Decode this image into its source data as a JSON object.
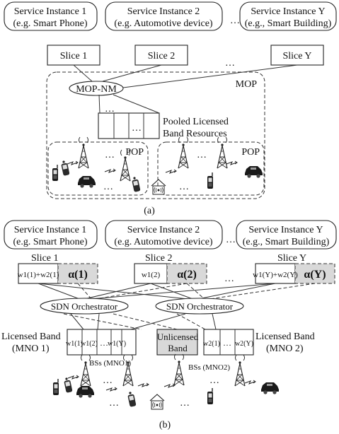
{
  "panel_a": {
    "service_instances": [
      {
        "name": "Service Instance 1",
        "example": "(e.g. Smart Phone)"
      },
      {
        "name": "Service Instance 2",
        "example": "(e.g. Automotive device)"
      },
      {
        "name": "Service Instance Y",
        "example": "(e.g., Smart Building)"
      }
    ],
    "ellipsis": "…",
    "slices": [
      "Slice 1",
      "Slice 2",
      "Slice Y"
    ],
    "mop_label": "MOP",
    "mop_nm": "MOP-NM",
    "pooled_line1": "Pooled Licensed",
    "pooled_line2": "Band Resources",
    "pop_label": "POP",
    "caption": "(a)"
  },
  "panel_b": {
    "service_instances": [
      {
        "name": "Service Instance 1",
        "example": "(e.g. Smart Phone)"
      },
      {
        "name": "Service Instance 2",
        "example": "(e.g. Automotive device)"
      },
      {
        "name": "Service Instance Y",
        "example": "(e.g., Smart Building)"
      }
    ],
    "slices": [
      "Slice 1",
      "Slice 2",
      "Slice Y"
    ],
    "slice_w": [
      "w1(1)+w2(1)",
      "w1(2)",
      "w1(Y)+w2(Y)"
    ],
    "alpha": [
      "α(1)",
      "α(2)",
      "α(Y)"
    ],
    "sdn1": "SDN Orchestrator",
    "sdn2": "SDN Orchestrator",
    "lic1_line1": "Licensed Band",
    "lic1_line2": "(MNO 1)",
    "lic2_line1": "Licensed Band",
    "lic2_line2": "(MNO 2)",
    "unlic_line1": "Unlicensed",
    "unlic_line2": "Band",
    "band1_cells": [
      "w1(1)",
      "w1(2)",
      "…",
      "w1(Y)"
    ],
    "band2_cells": [
      "w2(1)",
      "…",
      "w2(Y)"
    ],
    "bss1": "BSs (MNO1)",
    "bss2": "BSs (MNO2)",
    "caption": "(b)"
  },
  "colors": {
    "grey_fill": "#d9d9d9",
    "stroke": "#222222"
  }
}
